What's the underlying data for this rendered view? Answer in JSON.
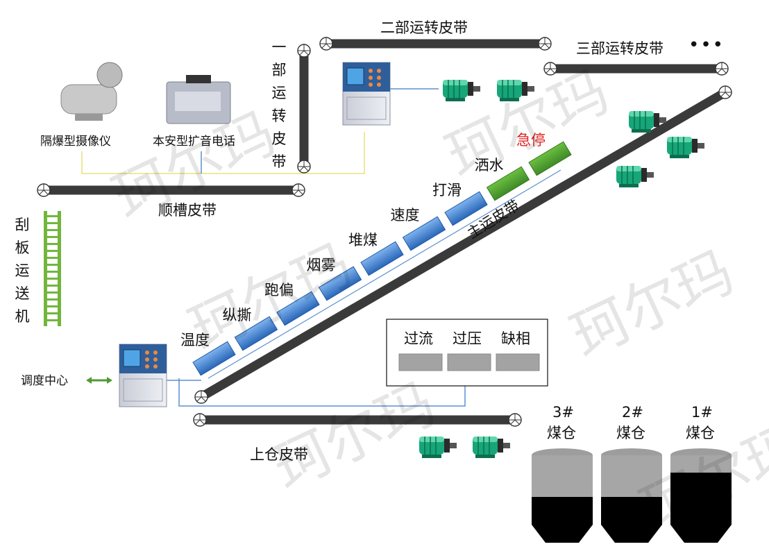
{
  "title_belts": {
    "belt_2": "二部运转皮带",
    "belt_3": "三部运转皮带",
    "belt_1_vertical": "一部运转皮带",
    "chute_belt": "顺槽皮带",
    "main_belt": "主运皮带",
    "upper_bin_belt": "上仓皮带"
  },
  "devices": {
    "camera": "隔爆型摄像仪",
    "phone": "本安型扩音电话",
    "scraper": "刮板运送机",
    "dispatch": "调度中心"
  },
  "protections": [
    "温度",
    "纵撕",
    "跑偏",
    "烟雾",
    "堆煤",
    "速度",
    "打滑",
    "洒水",
    "急停"
  ],
  "electrical": [
    "过流",
    "过压",
    "缺相"
  ],
  "bins": [
    {
      "num": "3#",
      "name": "煤仓",
      "fill": 0.4
    },
    {
      "num": "2#",
      "name": "煤仓",
      "fill": 0.4
    },
    {
      "num": "1#",
      "name": "煤仓",
      "fill": 0.75
    }
  ],
  "more_dots": "•••",
  "watermark": "珂尔玛",
  "colors": {
    "belt": "#3a3a3a",
    "blue_box": "#2f78c8",
    "green_box": "#4f9a35",
    "red_text": "#e02020",
    "signal_yellow": "#e8e27a",
    "signal_blue": "#5b8fd0",
    "motor": "#16a678",
    "ladder": "#72b63c"
  }
}
